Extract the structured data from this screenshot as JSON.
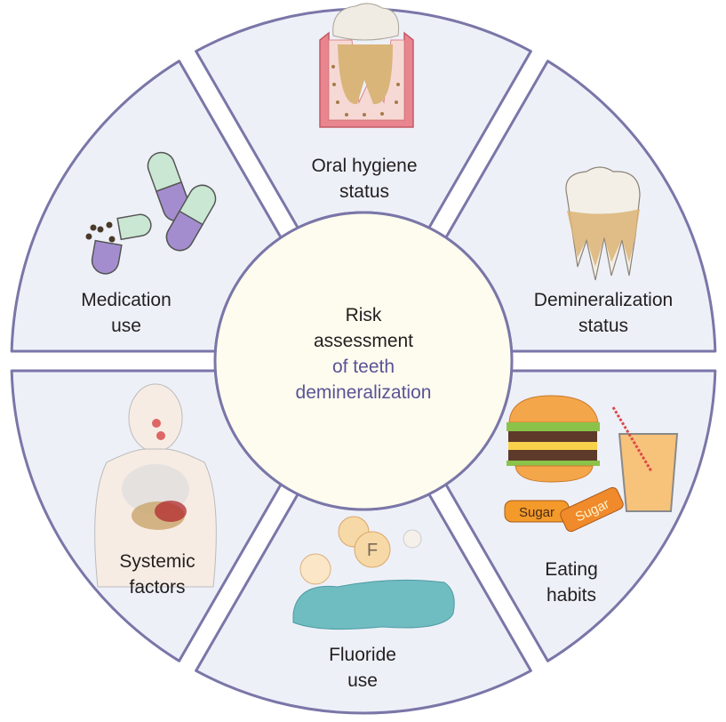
{
  "diagram": {
    "title": "Risk assessment of teeth demineralization",
    "center": {
      "line1": "Risk",
      "line2": "assessment",
      "line3": "of teeth",
      "line4": "demineralization"
    },
    "segments": [
      {
        "id": "oral-hygiene",
        "line1": "Oral hygiene",
        "line2": "status",
        "icon": "gum-tooth-icon"
      },
      {
        "id": "demineralization",
        "line1": "Demineralization",
        "line2": "status",
        "icon": "demineralized-tooth-icon"
      },
      {
        "id": "eating-habits",
        "line1": "Eating",
        "line2": "habits",
        "icon": "fast-food-icon",
        "candy_label": "Sugar"
      },
      {
        "id": "fluoride",
        "line1": "Fluoride",
        "line2": "use",
        "icon": "fluoride-icon",
        "bubble_label": "F"
      },
      {
        "id": "systemic",
        "line1": "Systemic",
        "line2": "factors",
        "icon": "human-body-icon"
      },
      {
        "id": "medication",
        "line1": "Medication",
        "line2": "use",
        "icon": "capsules-icon"
      }
    ],
    "colors": {
      "segment_fill": "#eef0f8",
      "segment_stroke": "#7a76a8",
      "center_fill": "#fefcee",
      "center_stroke": "#7a76a8",
      "accent_text": "#5a5396",
      "text": "#231f20"
    }
  }
}
